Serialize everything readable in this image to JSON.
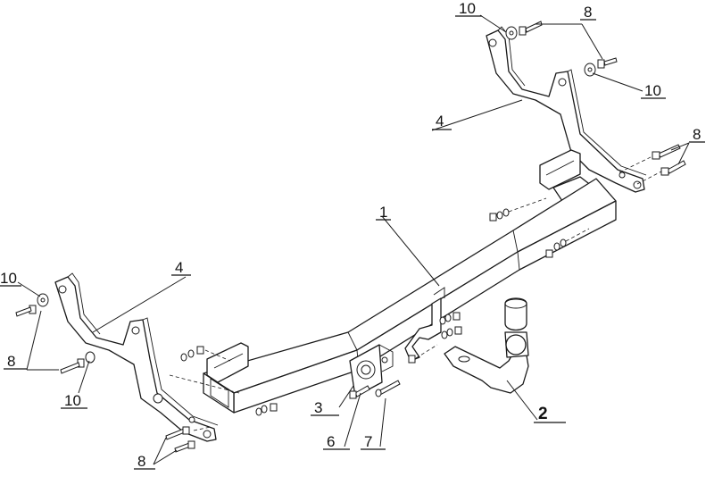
{
  "callouts": {
    "c1": "1",
    "c2": "2",
    "c3": "3",
    "c4_left": "4",
    "c4_right": "4",
    "c6": "6",
    "c7": "7",
    "c8_top_right": "8",
    "c8_right": "8",
    "c8_left": "8",
    "c8_bottom": "8",
    "c10_top": "10",
    "c10_right": "10",
    "c10_left_top": "10",
    "c10_left_bottom": "10"
  },
  "colors": {
    "line": "#1a1a1a",
    "background": "#ffffff"
  }
}
